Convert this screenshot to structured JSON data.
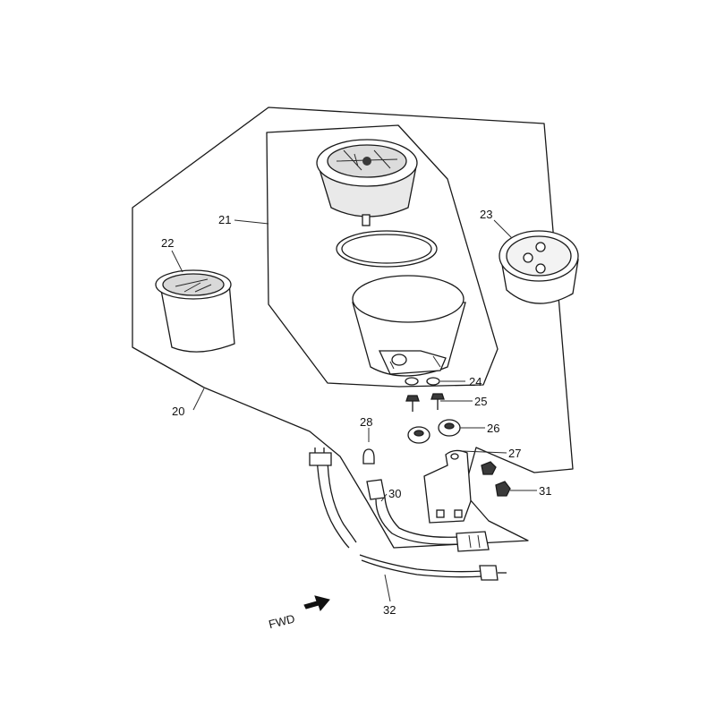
{
  "labels": {
    "p20": "20",
    "p21": "21",
    "p22": "22",
    "p23": "23",
    "p24": "24",
    "p25": "25",
    "p26": "26",
    "p27": "27",
    "p28": "28",
    "p30": "30",
    "p31": "31",
    "p32": "32"
  },
  "direction": "FWD"
}
